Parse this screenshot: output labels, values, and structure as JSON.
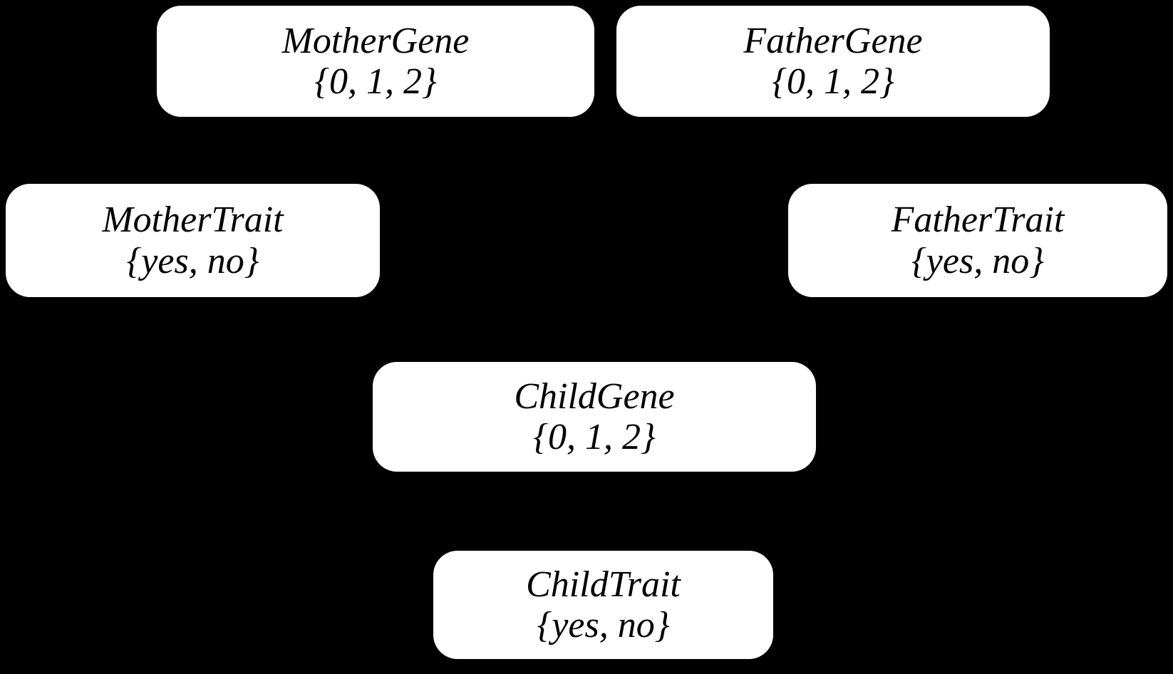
{
  "diagram": {
    "type": "bayesian-network",
    "background_color": "#000000",
    "node_fill_color": "#ffffff",
    "node_text_color": "#000000",
    "nodes": [
      {
        "id": "mother-gene",
        "title": "MotherGene",
        "domain": "{0, 1, 2}"
      },
      {
        "id": "father-gene",
        "title": "FatherGene",
        "domain": "{0, 1, 2}"
      },
      {
        "id": "mother-trait",
        "title": "MotherTrait",
        "domain": "{yes, no}"
      },
      {
        "id": "father-trait",
        "title": "FatherTrait",
        "domain": "{yes, no}"
      },
      {
        "id": "child-gene",
        "title": "ChildGene",
        "domain": "{0, 1, 2}"
      },
      {
        "id": "child-trait",
        "title": "ChildTrait",
        "domain": "{yes, no}"
      }
    ]
  }
}
